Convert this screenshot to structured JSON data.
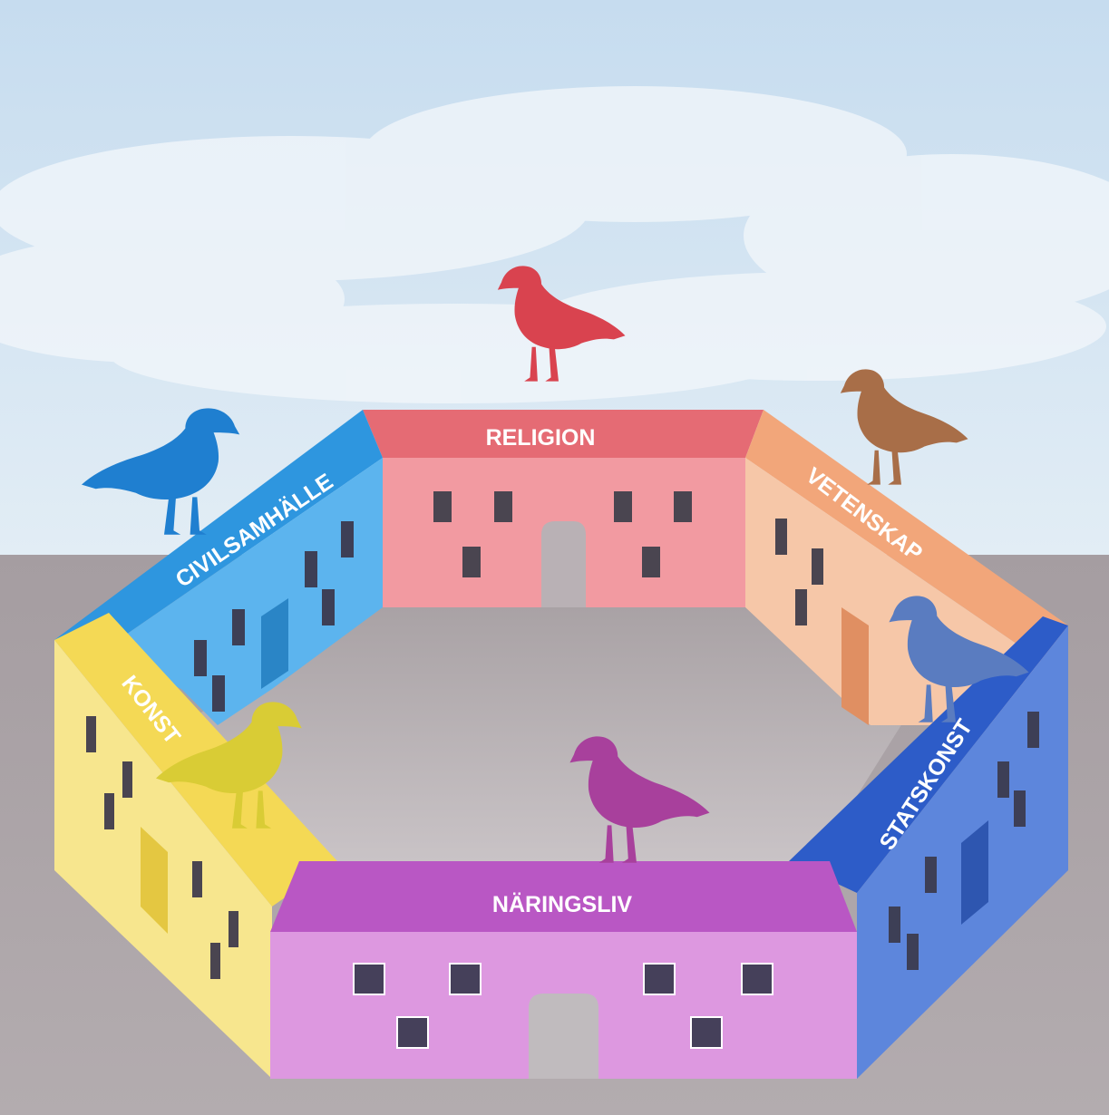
{
  "colors": {
    "sky_top": "#cfe3f3",
    "sky_bottom": "#dceaf4",
    "ground": "#aaa2a6",
    "civilsamhalle": "#3f9fe0",
    "religion": "#e88b92",
    "vetenskap": "#f2b08c",
    "konst": "#f3df6e",
    "statskonst": "#4a74d4",
    "naringsliv": "#cf7ed6"
  },
  "buildings": {
    "religion": "RELIGION",
    "vetenskap": "VETENSKAP",
    "civilsamhalle": "CIVILSAMHÄLLE",
    "konst": "KONST",
    "statskonst": "STATSKONST",
    "naringsliv": "NÄRINGSLIV"
  },
  "birds": [
    {
      "icon": "seagull-red",
      "color": "#d9434f"
    },
    {
      "icon": "seagull-brown",
      "color": "#a86e48"
    },
    {
      "icon": "seagull-blue",
      "color": "#1f7fd0"
    },
    {
      "icon": "seagull-yellow",
      "color": "#d9cc35"
    },
    {
      "icon": "seagull-slate-blue",
      "color": "#5a7cc0"
    },
    {
      "icon": "seagull-purple",
      "color": "#a8409c"
    }
  ]
}
